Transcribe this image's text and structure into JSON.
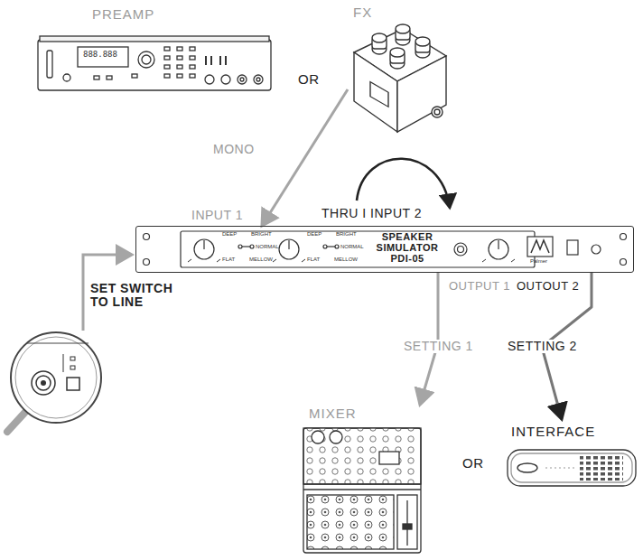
{
  "diagram": {
    "nodes": [
      {
        "text": [
          "PREAMP"
        ]
      },
      {
        "text": [
          "FX"
        ]
      },
      {
        "text": [
          "SPEAKER SIMULATOR PDI-05"
        ]
      },
      {
        "text": [
          "MIXER"
        ]
      },
      {
        "text": [
          "INTERFACE"
        ]
      }
    ],
    "edges": [
      {
        "from": 1,
        "to": 2,
        "arrow": "to"
      },
      {
        "from": 2,
        "to": 3,
        "label": "SETTING 1",
        "arrow": "to"
      },
      {
        "from": 2,
        "to": 4,
        "label": "SETTING 2",
        "arrow": "to"
      }
    ],
    "labels": [
      "888.888",
      "OR",
      "MONO",
      "INPUT 1",
      "THRU I INPUT 2",
      "SET SWITCH TO LINE",
      "OUTPUT 1",
      "OUTOUT 2",
      "OR",
      "DEEP",
      "BRIGHT",
      "NORMAL",
      "FLAT",
      "MELLOW",
      "DEEP",
      "BRIGHT",
      "NORMAL",
      "FLAT",
      "MELLOW",
      "Palmer"
    ]
  }
}
